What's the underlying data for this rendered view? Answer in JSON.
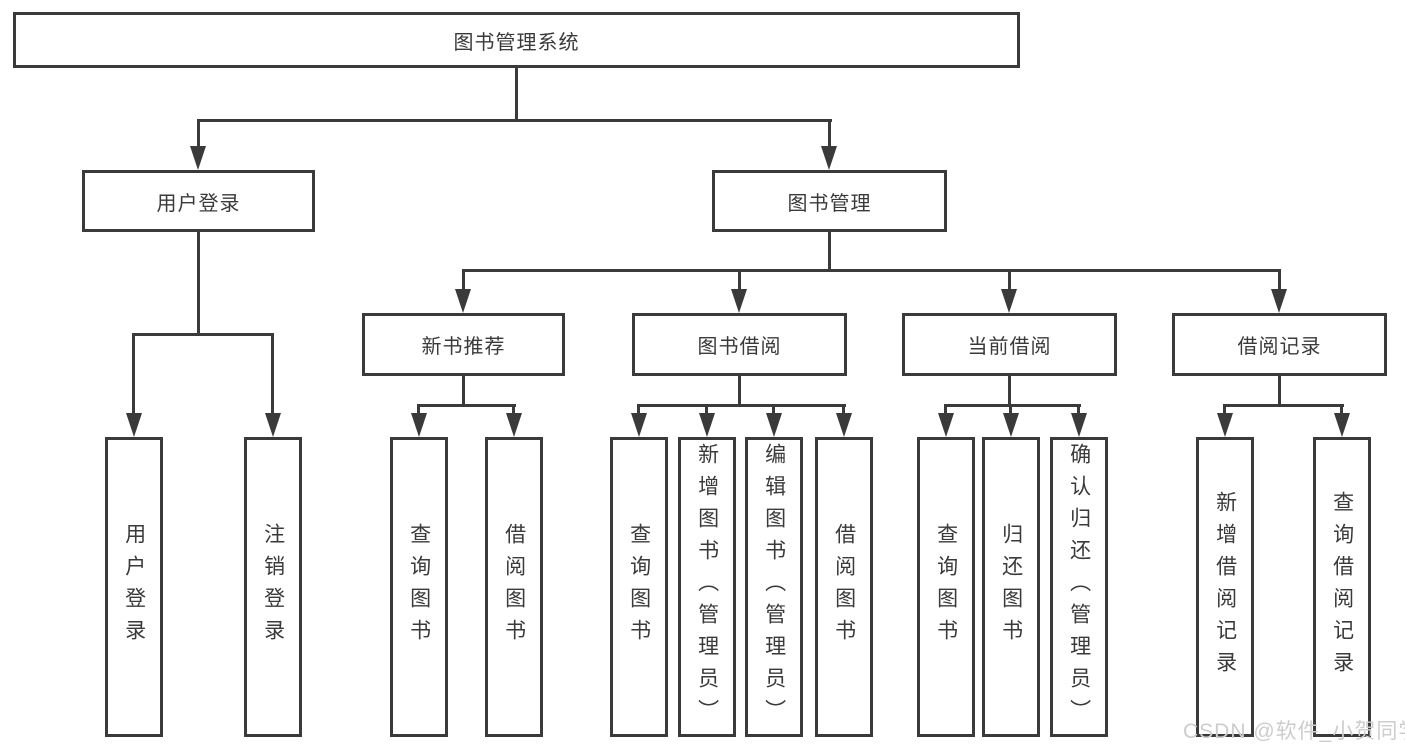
{
  "style": {
    "line_color": "#3a3a3a",
    "box_border_color": "#3a3a3a",
    "text_color": "#3a3a3a",
    "background": "#ffffff",
    "watermark_color": "#cdcdcd"
  },
  "watermark": "CSDN @软件_小贺同学",
  "tree": {
    "root_label": "图书管理系统",
    "branches": [
      {
        "label": "用户登录",
        "leaves": [
          "用户登录",
          "注销登录"
        ]
      },
      {
        "label": "图书管理",
        "groups": [
          {
            "label": "新书推荐",
            "leaves": [
              "查询图书",
              "借阅图书"
            ]
          },
          {
            "label": "图书借阅",
            "leaves": [
              "查询图书",
              "新增图书（管理员）",
              "编辑图书（管理员）",
              "借阅图书"
            ]
          },
          {
            "label": "当前借阅",
            "leaves": [
              "查询图书",
              "归还图书",
              "确认归还（管理员）"
            ]
          },
          {
            "label": "借阅记录",
            "leaves": [
              "新增借阅记录",
              "查询借阅记录"
            ]
          }
        ]
      }
    ]
  }
}
